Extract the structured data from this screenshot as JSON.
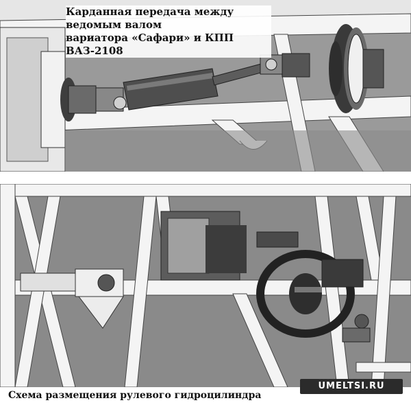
{
  "top_caption": {
    "line1": "Карданная передача между ведомым валом",
    "line2": "вариатора «Сафари» и КПП ВАЗ-2108"
  },
  "bottom_caption": "Схема размещения рулевого гидроцилиндра",
  "watermark": "UMELTSI.RU",
  "colors": {
    "frame": "#ffffff",
    "frame_stroke": "#444444",
    "background": "#8a8a8a",
    "dark_metal": "#5a5a5a",
    "light_metal": "#d8d8d8"
  }
}
